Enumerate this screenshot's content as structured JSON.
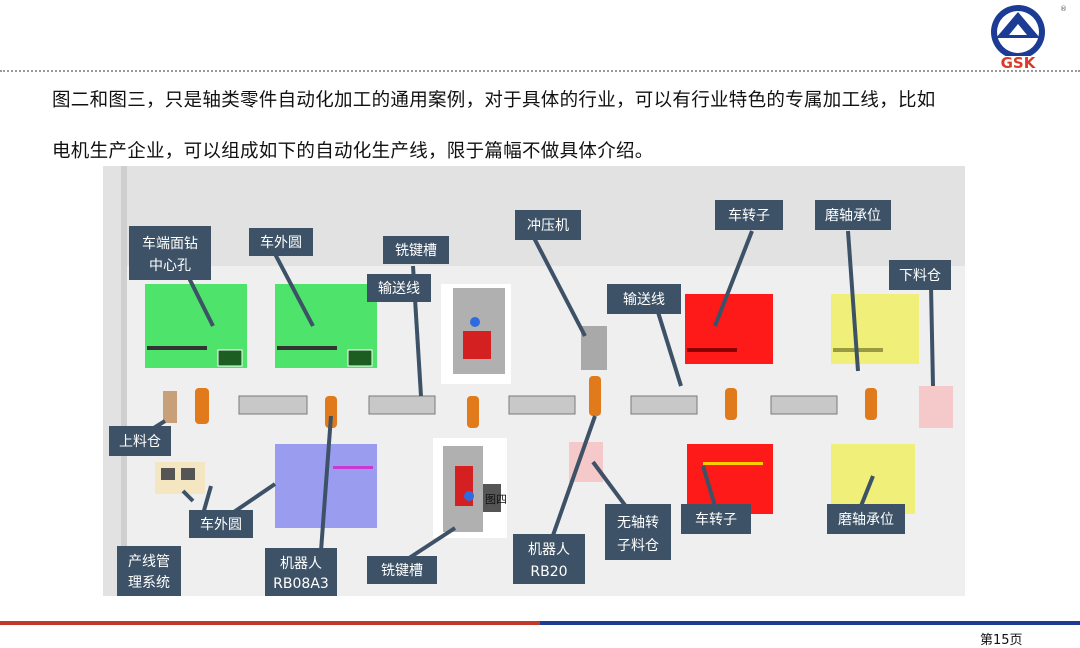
{
  "logo": {
    "text": "GSK",
    "registered": "®",
    "color": "#1b3b94"
  },
  "paragraph": {
    "line1": "图二和图三，只是轴类零件自动化加工的通用案例，对于具体的行业，可以有行业特色的专属加工线，比如",
    "line2": "电机生产企业，可以组成如下的自动化生产线，限于篇幅不做具体介绍。"
  },
  "figure": {
    "tag": "图四",
    "callouts": {
      "face_drill_l1": "车端面钻",
      "face_drill_l2": "中心孔",
      "turn_outer_top": "车外圆",
      "keyway_top": "铣键槽",
      "conveyor_left": "输送线",
      "press": "冲压机",
      "conveyor_right": "输送线",
      "rotor_top": "车转子",
      "grind_top": "磨轴承位",
      "unload": "下料仓",
      "load": "上料仓",
      "turn_outer_bottom": "车外圆",
      "mgmt_l1": "产线管",
      "mgmt_l2": "理系统",
      "robot_a_l1": "机器人",
      "robot_a_l2": "RB08A3",
      "keyway_bottom": "铣键槽",
      "robot_b_l1": "机器人",
      "robot_b_l2": "RB20",
      "shaftless_l1": "无轴转",
      "shaftless_l2": "子料仓",
      "rotor_bottom": "车转子",
      "grind_bottom": "磨轴承位"
    }
  },
  "footer": {
    "page": "第15页"
  },
  "colors": {
    "callout": "#3d5266",
    "green": "#4ee36a",
    "red": "#ff1a1a",
    "yellow": "#f0ef7a",
    "violet": "#9a9cf0",
    "bar_red": "#c0392b",
    "bar_blue": "#1f3a93"
  }
}
